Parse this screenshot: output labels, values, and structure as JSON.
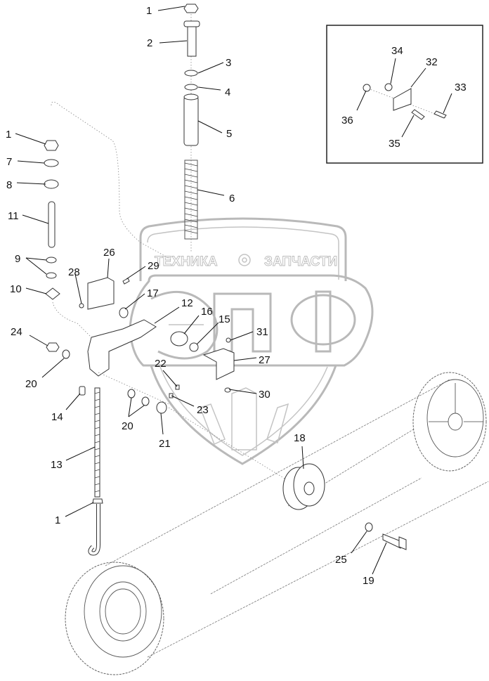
{
  "diagram": {
    "title": "",
    "watermark": {
      "left_text": "ТЕХНИКА",
      "right_text": "ЗАПЧАСТИ",
      "logo_letters": "ЭПФ",
      "icon": "gear-icon"
    },
    "callouts": [
      {
        "id": "c1a",
        "label": "1",
        "part": "nut"
      },
      {
        "id": "c2",
        "label": "2",
        "part": "pivot-bolt"
      },
      {
        "id": "c3",
        "label": "3",
        "part": "washer"
      },
      {
        "id": "c4",
        "label": "4",
        "part": "washer"
      },
      {
        "id": "c5",
        "label": "5",
        "part": "tube-spacer"
      },
      {
        "id": "c6",
        "label": "6",
        "part": "compression-spring"
      },
      {
        "id": "c1b",
        "label": "1",
        "part": "nut"
      },
      {
        "id": "c7",
        "label": "7",
        "part": "flat-washer"
      },
      {
        "id": "c8",
        "label": "8",
        "part": "lock-washer"
      },
      {
        "id": "c11",
        "label": "11",
        "part": "rod"
      },
      {
        "id": "c9",
        "label": "9",
        "part": "washers"
      },
      {
        "id": "c10",
        "label": "10",
        "part": "square-plate"
      },
      {
        "id": "c24",
        "label": "24",
        "part": "nut"
      },
      {
        "id": "c20a",
        "label": "20",
        "part": "washer"
      },
      {
        "id": "c14",
        "label": "14",
        "part": "fitting"
      },
      {
        "id": "c13",
        "label": "13",
        "part": "threaded-rod"
      },
      {
        "id": "c1c",
        "label": "1",
        "part": "nut"
      },
      {
        "id": "c26",
        "label": "26",
        "part": "bracket"
      },
      {
        "id": "c28",
        "label": "28",
        "part": "nut"
      },
      {
        "id": "c29",
        "label": "29",
        "part": "screw"
      },
      {
        "id": "c17",
        "label": "17",
        "part": "washer"
      },
      {
        "id": "c12",
        "label": "12",
        "part": "idler-arm"
      },
      {
        "id": "c16",
        "label": "16",
        "part": "bushing"
      },
      {
        "id": "c15",
        "label": "15",
        "part": "washer"
      },
      {
        "id": "c31",
        "label": "31",
        "part": "nut"
      },
      {
        "id": "c27",
        "label": "27",
        "part": "stop-bracket"
      },
      {
        "id": "c22",
        "label": "22",
        "part": "set-screw"
      },
      {
        "id": "c23",
        "label": "23",
        "part": "set-screw"
      },
      {
        "id": "c30",
        "label": "30",
        "part": "screw"
      },
      {
        "id": "c20b",
        "label": "20",
        "part": "washers"
      },
      {
        "id": "c21",
        "label": "21",
        "part": "collar"
      },
      {
        "id": "c18",
        "label": "18",
        "part": "idler-pulley"
      },
      {
        "id": "c25",
        "label": "25",
        "part": "washer"
      },
      {
        "id": "c19",
        "label": "19",
        "part": "bolt"
      }
    ],
    "inset": {
      "callouts": [
        {
          "id": "c34",
          "label": "34",
          "part": "nut"
        },
        {
          "id": "c32",
          "label": "32",
          "part": "plate"
        },
        {
          "id": "c33",
          "label": "33",
          "part": "bolt"
        },
        {
          "id": "c36",
          "label": "36",
          "part": "nut"
        },
        {
          "id": "c35",
          "label": "35",
          "part": "bolt"
        }
      ]
    }
  }
}
